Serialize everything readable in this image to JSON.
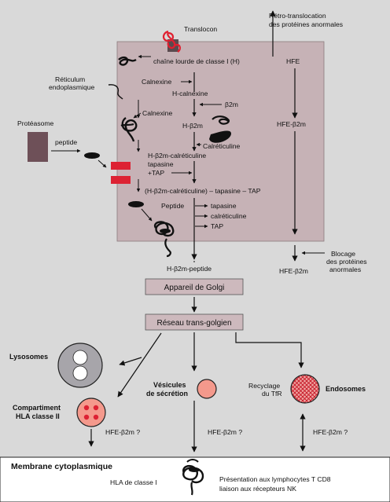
{
  "colors": {
    "background": "#d9d9d9",
    "er_box": "#c6b2b6",
    "golgi_box": "#cdb9bd",
    "proteasome": "#6e5058",
    "red_block": "#dd2233",
    "lysosome": "#a7a5aa",
    "vesicle": "#f4998c",
    "membrane_band": "#ffffff"
  },
  "er": {
    "translocon": "Translocon",
    "heavy_chain": "chaîne lourde de classe I (H)",
    "reticulum_1": "Réticulum",
    "reticulum_2": "endoplasmique",
    "calnexine_top": "Calnexine",
    "h_calnexine": "H-calnexine",
    "b2m": "β2m",
    "calnexine_2": "Calnexine",
    "h_b2m": "H-β2m",
    "calreticuline": "Calréticuline",
    "complex_1": "H-β2m-calréticuline",
    "complex_2": "tapasine",
    "complex_3": "+TAP",
    "complex_full": "(H-β2m-calréticuline) – tapasine – TAP",
    "peptide": "Peptide",
    "release_1": "tapasine",
    "release_2": "calréticuline",
    "release_3": "TAP",
    "h_b2m_peptide": "H-β2m-peptide",
    "hfe": "HFE",
    "hfe_b2m": "HFE-β2m"
  },
  "outside": {
    "retro_1": "Rétro-translocation",
    "retro_2": "des protéines anormales",
    "proteasome": "Protéasome",
    "peptide": "peptide",
    "blocage_1": "Blocage",
    "blocage_2": "des protéines",
    "blocage_3": "anormales",
    "hfe_b2m_out": "HFE-β2m"
  },
  "golgi": {
    "apparatus": "Appareil de Golgi",
    "trans": "Réseau trans-golgien"
  },
  "compartments": {
    "lysosomes": "Lysosomes",
    "compartment_1": "Compartiment",
    "compartment_2": "HLA classe II",
    "vesicles_1": "Vésicules",
    "vesicles_2": "de sécrétion",
    "recycling_1": "Recyclage",
    "recycling_2": "du TfR",
    "endosomes": "Endosomes",
    "hfe_q1": "HFE-β2m ?",
    "hfe_q2": "HFE-β2m ?",
    "hfe_q3": "HFE-β2m ?"
  },
  "membrane": {
    "title": "Membrane cytoplasmique",
    "hla": "HLA de classe I",
    "presentation_1": "Présentation aux lymphocytes T CD8",
    "presentation_2": "liaison aux récepteurs NK"
  }
}
